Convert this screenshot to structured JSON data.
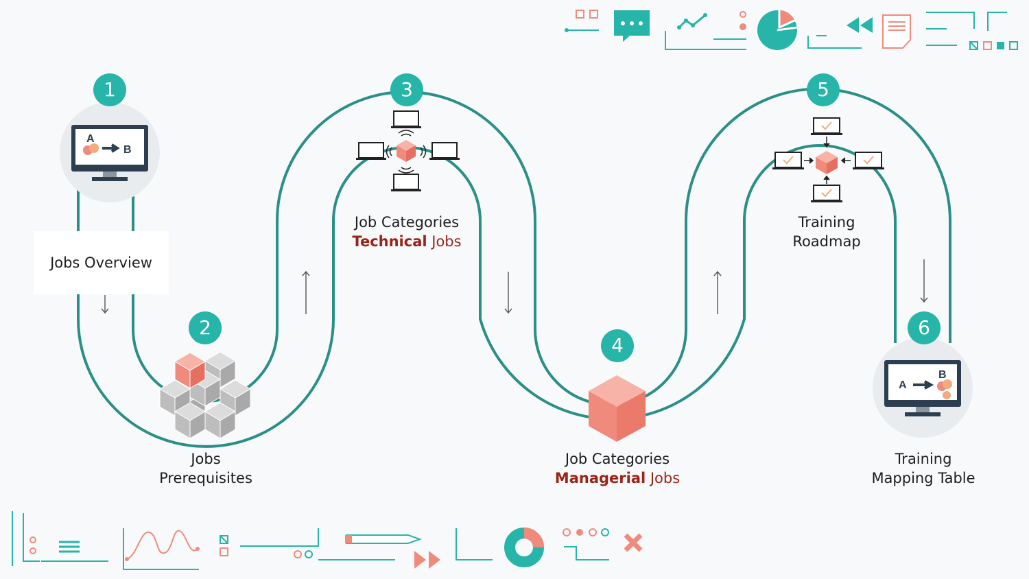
{
  "steps": [
    {
      "number": "1",
      "label": "Jobs Overview"
    },
    {
      "number": "2",
      "label_line1": "Jobs",
      "label_line2": "Prerequisites"
    },
    {
      "number": "3",
      "label_line1": "Job Categories",
      "label_line2_strong": "Technical",
      "label_line2_rest": " Jobs"
    },
    {
      "number": "4",
      "label_line1": "Job Categories",
      "label_line2_strong": "Managerial",
      "label_line2_rest": " Jobs"
    },
    {
      "number": "5",
      "label_line1": "Training",
      "label_line2": "Roadmap"
    },
    {
      "number": "6",
      "label_line1": "Training",
      "label_line2": "Mapping Table"
    }
  ],
  "icon_text": {
    "from": "A",
    "to": "B"
  },
  "colors": {
    "track": "#2a8f86",
    "badge": "#26b5a8",
    "accent_text": "#9b2418",
    "cube": "#f08a7c",
    "monitor": "#2d3e50"
  }
}
